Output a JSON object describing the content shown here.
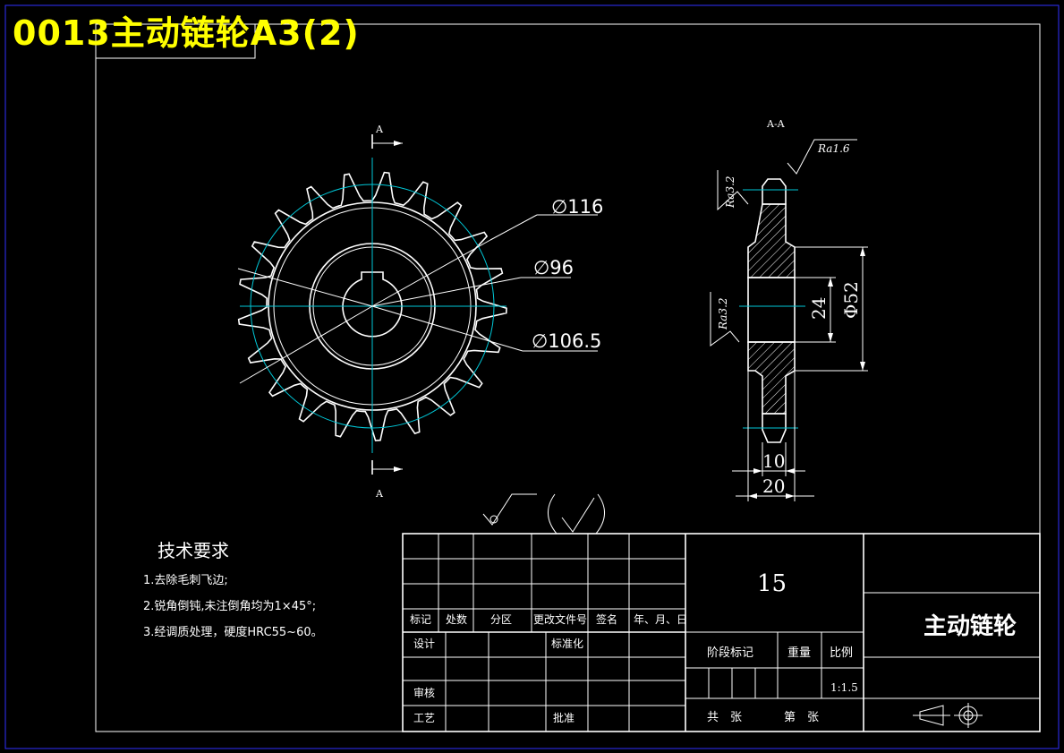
{
  "drawing_title": "0013主动链轮A3(2)",
  "section_labels": {
    "top": "A",
    "bottom": "A",
    "section_view": "A-A"
  },
  "dimensions": {
    "d_116": "∅116",
    "d_96": "∅96",
    "d_106_5": "∅106.5",
    "bore": "24",
    "hub": "Φ52",
    "width_10": "10",
    "width_20": "20"
  },
  "roughness": {
    "top": "Ra1.6",
    "left_top": "Ra3.2",
    "left_mid": "Ra3.2"
  },
  "tech_requirements": {
    "heading": "技术要求",
    "items": [
      "1.去除毛刺飞边;",
      "2.锐角倒钝,未注倒角均为1×45°;",
      "3.经调质处理，硬度HRC55~60。"
    ]
  },
  "title_block": {
    "headers": [
      "标记",
      "处数",
      "分区",
      "更改文件号",
      "签名",
      "年、月、日"
    ],
    "roles": [
      "设计",
      "标准化",
      "审核",
      "工艺",
      "批准"
    ],
    "material_code": "15",
    "part_name": "主动链轮",
    "stage_label": "阶段标记",
    "weight_label": "重量",
    "scale_label": "比例",
    "scale_value": "1:1.5",
    "sheets_total": "共　张",
    "sheet_no": "第　张"
  },
  "colors": {
    "title": "#ffff00",
    "centerline": "#00c8d8",
    "lines": "#ffffff",
    "background": "#000000"
  }
}
